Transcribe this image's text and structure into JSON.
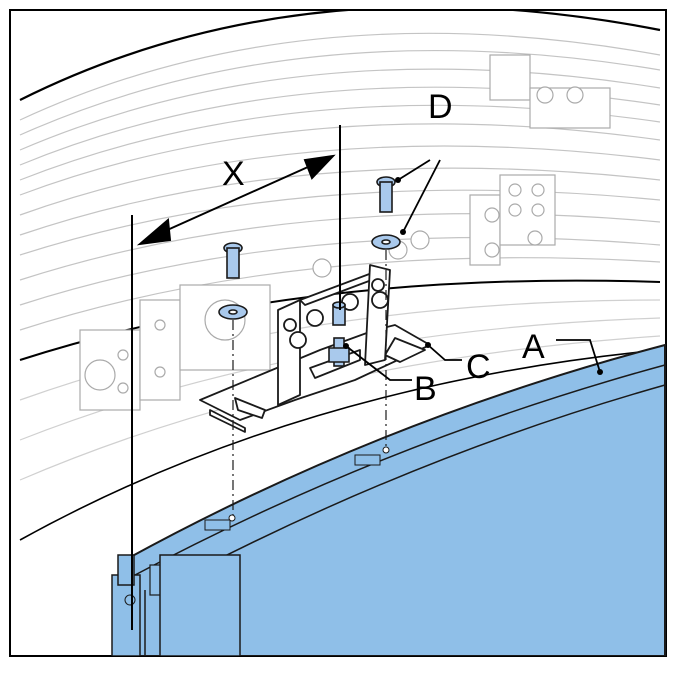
{
  "labels": {
    "a": "A",
    "b": "B",
    "c": "C",
    "d": "D",
    "x": "X"
  },
  "colors": {
    "door_panel": "#8fbfe8",
    "door_edge": "#5a8fbf",
    "screw": "#a9c9ec",
    "line": "#000000",
    "frame_line": "#bfbfbf",
    "background": "#ffffff"
  },
  "icons": {
    "arrow": "arrow-head-icon"
  }
}
